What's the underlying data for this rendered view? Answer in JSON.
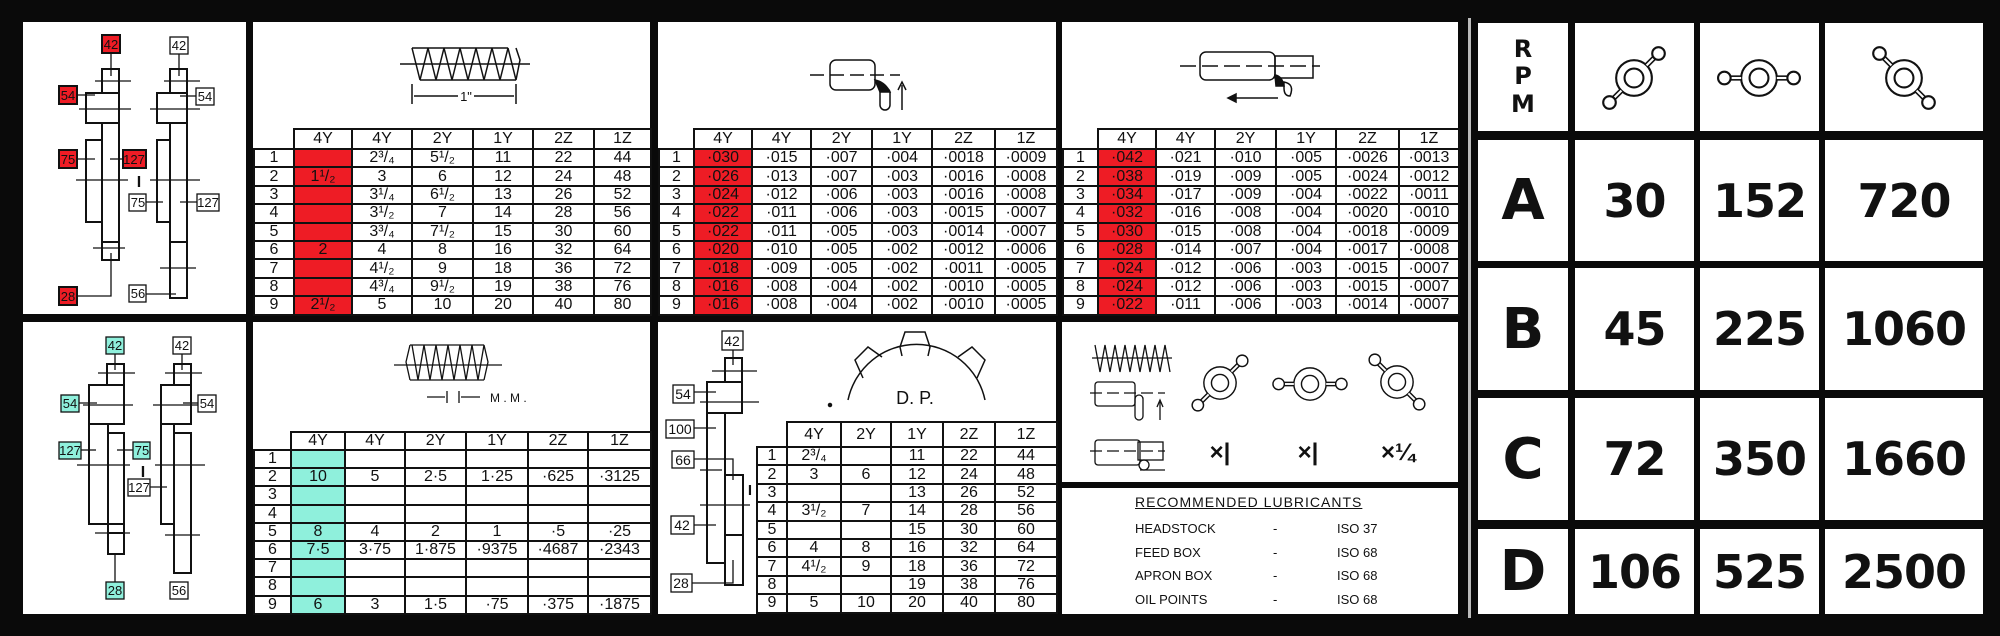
{
  "gear_diagrams": {
    "inch": {
      "highlight_color": "#ee1c25",
      "highlighted": {
        "g42": "42",
        "g54": "54",
        "g75": "75",
        "g127": "127",
        "g28": "28"
      },
      "plain": {
        "g42": "42",
        "g54": "54",
        "g75": "75",
        "g127": "127",
        "g56": "56"
      },
      "idler_mark": "I"
    },
    "metric": {
      "highlight_color": "#8ff0dc",
      "highlighted": {
        "g42": "42",
        "g54": "54",
        "g127": "127",
        "g75": "75",
        "g28": "28"
      },
      "plain": {
        "g42": "42",
        "g54": "54",
        "g127": "127",
        "g56": "56"
      },
      "idler_mark": "I"
    },
    "dp": {
      "g42a": "42",
      "g54": "54",
      "g100": "100",
      "g66": "66",
      "g42b": "42",
      "g28": "28",
      "idler_mark": "I"
    }
  },
  "thread_tpi": {
    "icon": "thread-inch-icon",
    "dimension_label": "1\"",
    "headers": [
      "4Y",
      "4Y",
      "2Y",
      "1Y",
      "2Z",
      "1Z"
    ],
    "rows": [
      {
        "n": "1",
        "cells": [
          "",
          "2³/₄",
          "5¹/₂",
          "11",
          "22",
          "44"
        ]
      },
      {
        "n": "2",
        "cells": [
          "1¹/₂",
          "3",
          "6",
          "12",
          "24",
          "48"
        ]
      },
      {
        "n": "3",
        "cells": [
          "",
          "3¹/₄",
          "6¹/₂",
          "13",
          "26",
          "52"
        ]
      },
      {
        "n": "4",
        "cells": [
          "",
          "3¹/₂",
          "7",
          "14",
          "28",
          "56"
        ]
      },
      {
        "n": "5",
        "cells": [
          "",
          "3³/₄",
          "7¹/₂",
          "15",
          "30",
          "60"
        ]
      },
      {
        "n": "6",
        "cells": [
          "2",
          "4",
          "8",
          "16",
          "32",
          "64"
        ]
      },
      {
        "n": "7",
        "cells": [
          "",
          "4¹/₂",
          "9",
          "18",
          "36",
          "72"
        ]
      },
      {
        "n": "8",
        "cells": [
          "",
          "4³/₄",
          "9¹/₂",
          "19",
          "38",
          "76"
        ]
      },
      {
        "n": "9",
        "cells": [
          "2¹/₂",
          "5",
          "10",
          "20",
          "40",
          "80"
        ]
      }
    ]
  },
  "feed_longitudinal": {
    "icon": "turning-feed-icon",
    "headers": [
      "4Y",
      "4Y",
      "2Y",
      "1Y",
      "2Z",
      "1Z"
    ],
    "rows": [
      {
        "n": "1",
        "cells": [
          "·030",
          "·015",
          "·007",
          "·004",
          "·0018",
          "·0009"
        ]
      },
      {
        "n": "2",
        "cells": [
          "·026",
          "·013",
          "·007",
          "·003",
          "·0016",
          "·0008"
        ]
      },
      {
        "n": "3",
        "cells": [
          "·024",
          "·012",
          "·006",
          "·003",
          "·0016",
          "·0008"
        ]
      },
      {
        "n": "4",
        "cells": [
          "·022",
          "·011",
          "·006",
          "·003",
          "·0015",
          "·0007"
        ]
      },
      {
        "n": "5",
        "cells": [
          "·022",
          "·011",
          "·005",
          "·003",
          "·0014",
          "·0007"
        ]
      },
      {
        "n": "6",
        "cells": [
          "·020",
          "·010",
          "·005",
          "·002",
          "·0012",
          "·0006"
        ]
      },
      {
        "n": "7",
        "cells": [
          "·018",
          "·009",
          "·005",
          "·002",
          "·0011",
          "·0005"
        ]
      },
      {
        "n": "8",
        "cells": [
          "·016",
          "·008",
          "·004",
          "·002",
          "·0010",
          "·0005"
        ]
      },
      {
        "n": "9",
        "cells": [
          "·016",
          "·008",
          "·004",
          "·002",
          "·0010",
          "·0005"
        ]
      }
    ]
  },
  "feed_cross": {
    "icon": "facing-feed-icon",
    "headers": [
      "4Y",
      "4Y",
      "2Y",
      "1Y",
      "2Z",
      "1Z"
    ],
    "rows": [
      {
        "n": "1",
        "cells": [
          "·042",
          "·021",
          "·010",
          "·005",
          "·0026",
          "·0013"
        ]
      },
      {
        "n": "2",
        "cells": [
          "·038",
          "·019",
          "·009",
          "·005",
          "·0024",
          "·0012"
        ]
      },
      {
        "n": "3",
        "cells": [
          "·034",
          "·017",
          "·009",
          "·004",
          "·0022",
          "·0011"
        ]
      },
      {
        "n": "4",
        "cells": [
          "·032",
          "·016",
          "·008",
          "·004",
          "·0020",
          "·0010"
        ]
      },
      {
        "n": "5",
        "cells": [
          "·030",
          "·015",
          "·008",
          "·004",
          "·0018",
          "·0009"
        ]
      },
      {
        "n": "6",
        "cells": [
          "·028",
          "·014",
          "·007",
          "·004",
          "·0017",
          "·0008"
        ]
      },
      {
        "n": "7",
        "cells": [
          "·024",
          "·012",
          "·006",
          "·003",
          "·0015",
          "·0007"
        ]
      },
      {
        "n": "8",
        "cells": [
          "·024",
          "·012",
          "·006",
          "·003",
          "·0015",
          "·0007"
        ]
      },
      {
        "n": "9",
        "cells": [
          "·022",
          "·011",
          "·006",
          "·003",
          "·0014",
          "·0007"
        ]
      }
    ]
  },
  "thread_metric": {
    "icon": "thread-metric-icon",
    "dimension_label": "M . M .",
    "headers": [
      "4Y",
      "4Y",
      "2Y",
      "1Y",
      "2Z",
      "1Z"
    ],
    "rows": [
      {
        "n": "1",
        "cells": [
          "",
          "",
          "",
          "",
          "",
          ""
        ]
      },
      {
        "n": "2",
        "cells": [
          "10",
          "5",
          "2·5",
          "1·25",
          "·625",
          "·3125"
        ]
      },
      {
        "n": "3",
        "cells": [
          "",
          "",
          "",
          "",
          "",
          ""
        ]
      },
      {
        "n": "4",
        "cells": [
          "",
          "",
          "",
          "",
          "",
          ""
        ]
      },
      {
        "n": "5",
        "cells": [
          "8",
          "4",
          "2",
          "1",
          "·5",
          "·25"
        ]
      },
      {
        "n": "6",
        "cells": [
          "7·5",
          "3·75",
          "1·875",
          "·9375",
          "·4687",
          "·2343"
        ]
      },
      {
        "n": "7",
        "cells": [
          "",
          "",
          "",
          "",
          "",
          ""
        ]
      },
      {
        "n": "8",
        "cells": [
          "",
          "",
          "",
          "",
          "",
          ""
        ]
      },
      {
        "n": "9",
        "cells": [
          "6",
          "3",
          "1·5",
          "·75",
          "·375",
          "·1875"
        ]
      }
    ]
  },
  "thread_dp": {
    "icon": "gear-tooth-icon",
    "label": "D. P.",
    "headers": [
      "4Y",
      "2Y",
      "1Y",
      "2Z",
      "1Z"
    ],
    "rows": [
      {
        "n": "1",
        "cells": [
          "2³/₄",
          "",
          "11",
          "22",
          "44"
        ]
      },
      {
        "n": "2",
        "cells": [
          "3",
          "6",
          "12",
          "24",
          "48"
        ]
      },
      {
        "n": "3",
        "cells": [
          "",
          "",
          "13",
          "26",
          "52"
        ]
      },
      {
        "n": "4",
        "cells": [
          "3¹/₂",
          "7",
          "14",
          "28",
          "56"
        ]
      },
      {
        "n": "5",
        "cells": [
          "",
          "",
          "15",
          "30",
          "60"
        ]
      },
      {
        "n": "6",
        "cells": [
          "4",
          "8",
          "16",
          "32",
          "64"
        ]
      },
      {
        "n": "7",
        "cells": [
          "4¹/₂",
          "9",
          "18",
          "36",
          "72"
        ]
      },
      {
        "n": "8",
        "cells": [
          "",
          "",
          "19",
          "38",
          "76"
        ]
      },
      {
        "n": "9",
        "cells": [
          "5",
          "10",
          "20",
          "40",
          "80"
        ]
      }
    ]
  },
  "lever_ratios": {
    "multipliers": [
      "×|",
      "×|",
      "×¼"
    ]
  },
  "lubricants": {
    "title": "RECOMMENDED LUBRICANTS",
    "rows": [
      {
        "part": "HEADSTOCK",
        "dash": "-",
        "oil": "ISO 37"
      },
      {
        "part": "FEED BOX",
        "dash": "-",
        "oil": "ISO 68"
      },
      {
        "part": "APRON BOX",
        "dash": "-",
        "oil": "ISO 68"
      },
      {
        "part": "OIL POINTS",
        "dash": "-",
        "oil": "ISO 68"
      }
    ]
  },
  "rpm": {
    "header": [
      "R",
      "P",
      "M"
    ],
    "lever_icons": [
      "wingnut-diagonal-up-icon",
      "wingnut-horizontal-icon",
      "wingnut-diagonal-down-icon"
    ],
    "rows": [
      {
        "range": "A",
        "speeds": [
          "30",
          "152",
          "720"
        ]
      },
      {
        "range": "B",
        "speeds": [
          "45",
          "225",
          "1060"
        ]
      },
      {
        "range": "C",
        "speeds": [
          "72",
          "350",
          "1660"
        ]
      },
      {
        "range": "D",
        "speeds": [
          "106",
          "525",
          "2500"
        ]
      }
    ]
  },
  "colors": {
    "red": "#ee1c25",
    "cyan": "#8ff0dc"
  }
}
